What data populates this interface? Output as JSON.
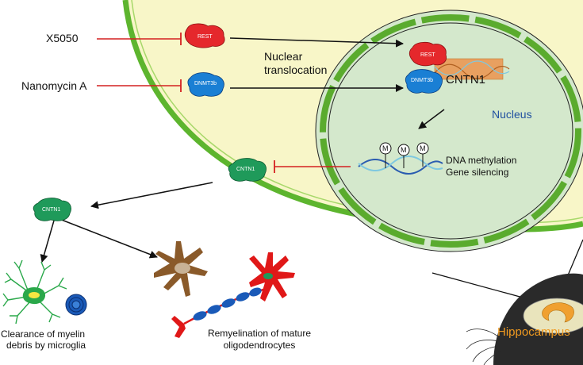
{
  "inhibitors": {
    "x5050": "X5050",
    "nanomycin": "Nanomycin A"
  },
  "proteins": {
    "rest": "REST",
    "dnmt3b": "DNMT3b",
    "cntn1": "CNTN1"
  },
  "labels": {
    "nuclear_translocation_1": "Nuclear",
    "nuclear_translocation_2": "translocation",
    "gene": "CNTN1",
    "nucleus": "Nucleus",
    "methyl_mark": "M",
    "dna_methylation": "DNA methylation",
    "gene_silencing": "Gene silencing",
    "microglia_1": "Clearance of myelin",
    "microglia_2": "debris by microglia",
    "remyelination_1": "Remyelination of mature",
    "remyelination_2": "oligodendrocytes",
    "hippocampus": "Hippocampus"
  },
  "colors": {
    "cytoplasm": "#f8f6c8",
    "membrane": "#5db52e",
    "nucleus_fill": "#d4e8cc",
    "rest": "#e5282c",
    "dnmt3b": "#1a7fd4",
    "cntn1": "#1f9a5a",
    "inhibition": "#d42020",
    "dna_blue": "#2a5cb0",
    "dna_light": "#7ec8e0",
    "gene_box": "#e8a060",
    "nucleus_text": "#2050a0",
    "hippocampus_text": "#f09a20",
    "astro": "#8a5a2a",
    "oligo": "#e01818",
    "microglia": "#2aa84a"
  }
}
